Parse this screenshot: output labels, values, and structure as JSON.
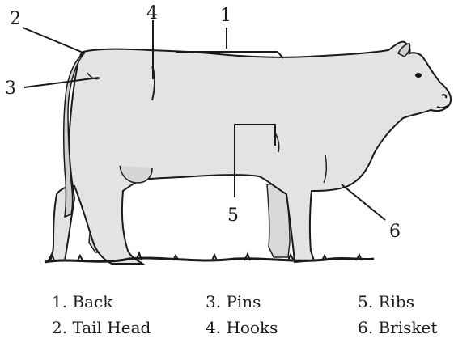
{
  "callouts": [
    {
      "id": 1,
      "label": "1"
    },
    {
      "id": 2,
      "label": "2"
    },
    {
      "id": 3,
      "label": "3"
    },
    {
      "id": 4,
      "label": "4"
    },
    {
      "id": 5,
      "label": "5"
    },
    {
      "id": 6,
      "label": "6"
    }
  ],
  "legend": [
    {
      "text": "1. Back"
    },
    {
      "text": "2. Tail Head"
    },
    {
      "text": "3. Pins"
    },
    {
      "text": "4. Hooks"
    },
    {
      "text": "5. Ribs"
    },
    {
      "text": "6. Brisket"
    }
  ]
}
